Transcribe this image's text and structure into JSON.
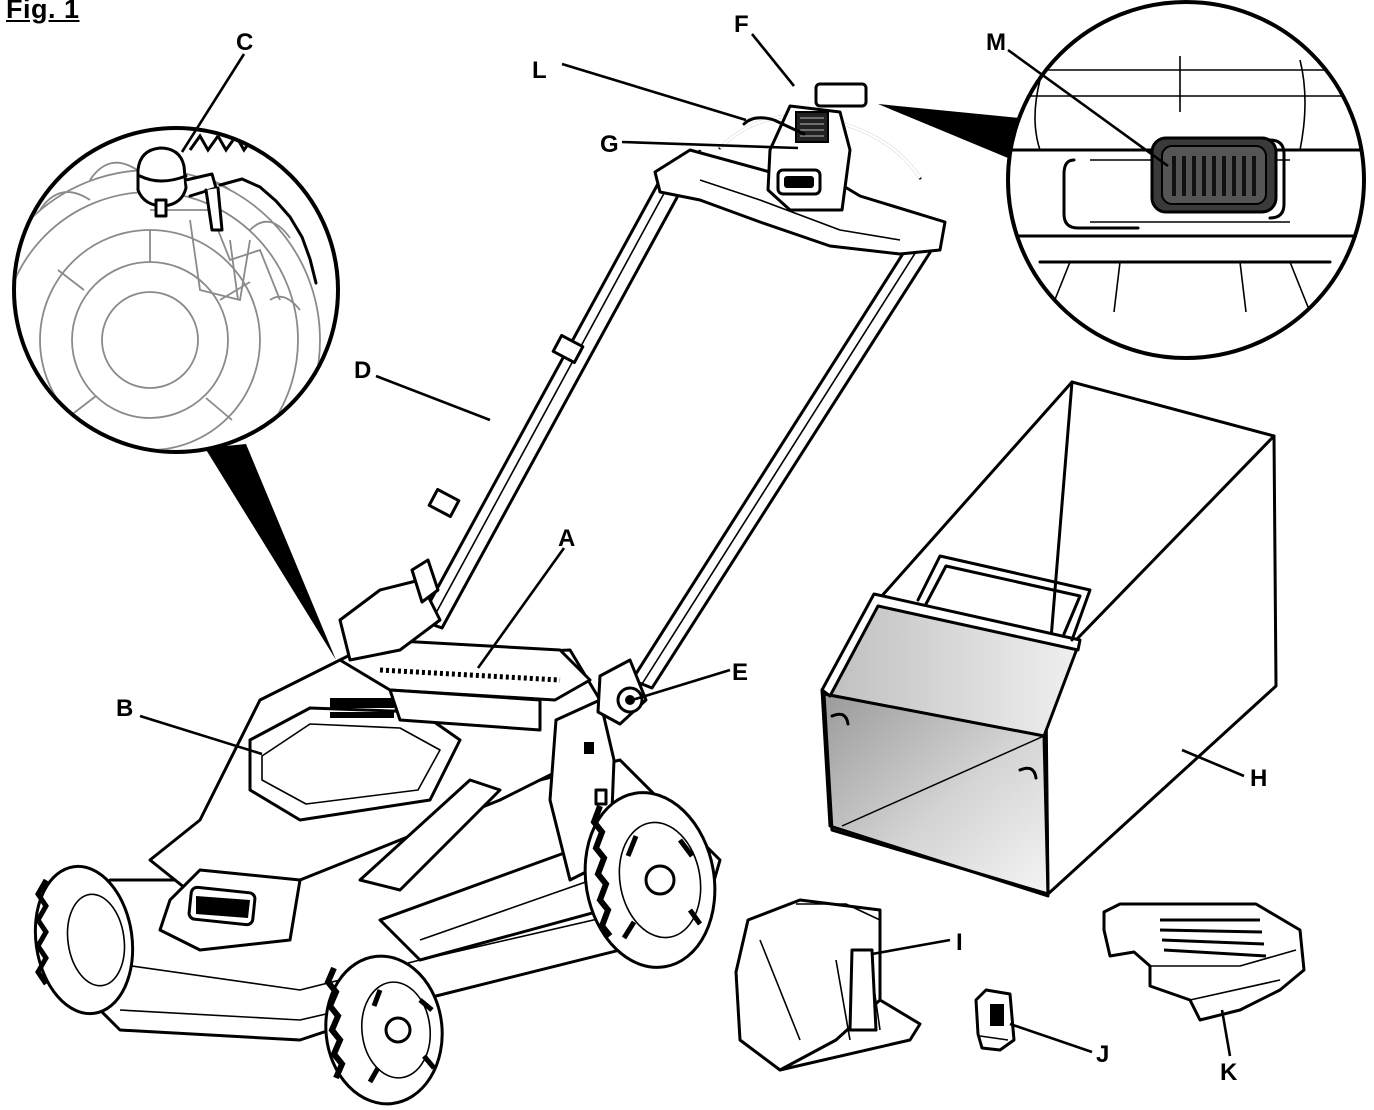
{
  "figure": {
    "title": "Fig. 1"
  },
  "labels": {
    "A": "A",
    "B": "B",
    "C": "C",
    "D": "D",
    "E": "E",
    "F": "F",
    "G": "G",
    "H": "H",
    "I": "I",
    "J": "J",
    "K": "K",
    "L": "L",
    "M": "M"
  },
  "colors": {
    "ink": "#000000",
    "paper": "#ffffff",
    "shade": "#bdbdbd",
    "detail": "#8a8a8a"
  }
}
